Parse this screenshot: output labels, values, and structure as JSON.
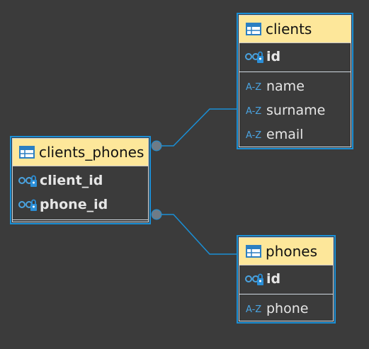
{
  "diagram": {
    "accent": "#1a8fd6",
    "header_color": "#fde79a",
    "connector_color": "#1a8fd6",
    "entities": {
      "clients": {
        "title": "clients",
        "keys": [
          {
            "name": "id",
            "icon": "primary-key-icon"
          }
        ],
        "attributes": [
          {
            "name": "name",
            "icon": "string-type-icon"
          },
          {
            "name": "surname",
            "icon": "string-type-icon"
          },
          {
            "name": "email",
            "icon": "string-type-icon"
          }
        ]
      },
      "clients_phones": {
        "title": "clients_phones",
        "keys": [
          {
            "name": "client_id",
            "icon": "primary-key-icon"
          },
          {
            "name": "phone_id",
            "icon": "primary-key-icon"
          }
        ],
        "attributes": []
      },
      "phones": {
        "title": "phones",
        "keys": [
          {
            "name": "id",
            "icon": "primary-key-icon"
          }
        ],
        "attributes": [
          {
            "name": "phone",
            "icon": "string-type-icon"
          }
        ]
      }
    },
    "relations": [
      {
        "from": "clients_phones",
        "to": "clients"
      },
      {
        "from": "clients_phones",
        "to": "phones"
      }
    ]
  }
}
